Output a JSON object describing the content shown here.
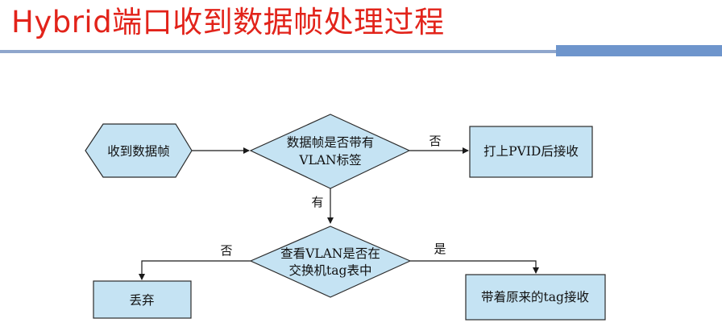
{
  "title": "Hybrid端口收到数据帧处理过程",
  "colors": {
    "title": "#e2231a",
    "node_fill": "#c5e3f3",
    "node_stroke": "#2b2b2b",
    "rule_thin": "#8fa6cc",
    "rule_thick": "#6e95cc"
  },
  "nodes": {
    "start": "收到数据帧",
    "decision1_line1": "数据帧是否带有",
    "decision1_line2": "VLAN标签",
    "accept_pvid": "打上PVID后接收",
    "decision2_line1": "查看VLAN是否在",
    "decision2_line2": "交换机tag表中",
    "discard": "丢弃",
    "accept_tag": "带着原来的tag接收"
  },
  "edges": {
    "d1_no": "否",
    "d1_yes": "有",
    "d2_no": "否",
    "d2_yes": "是"
  }
}
